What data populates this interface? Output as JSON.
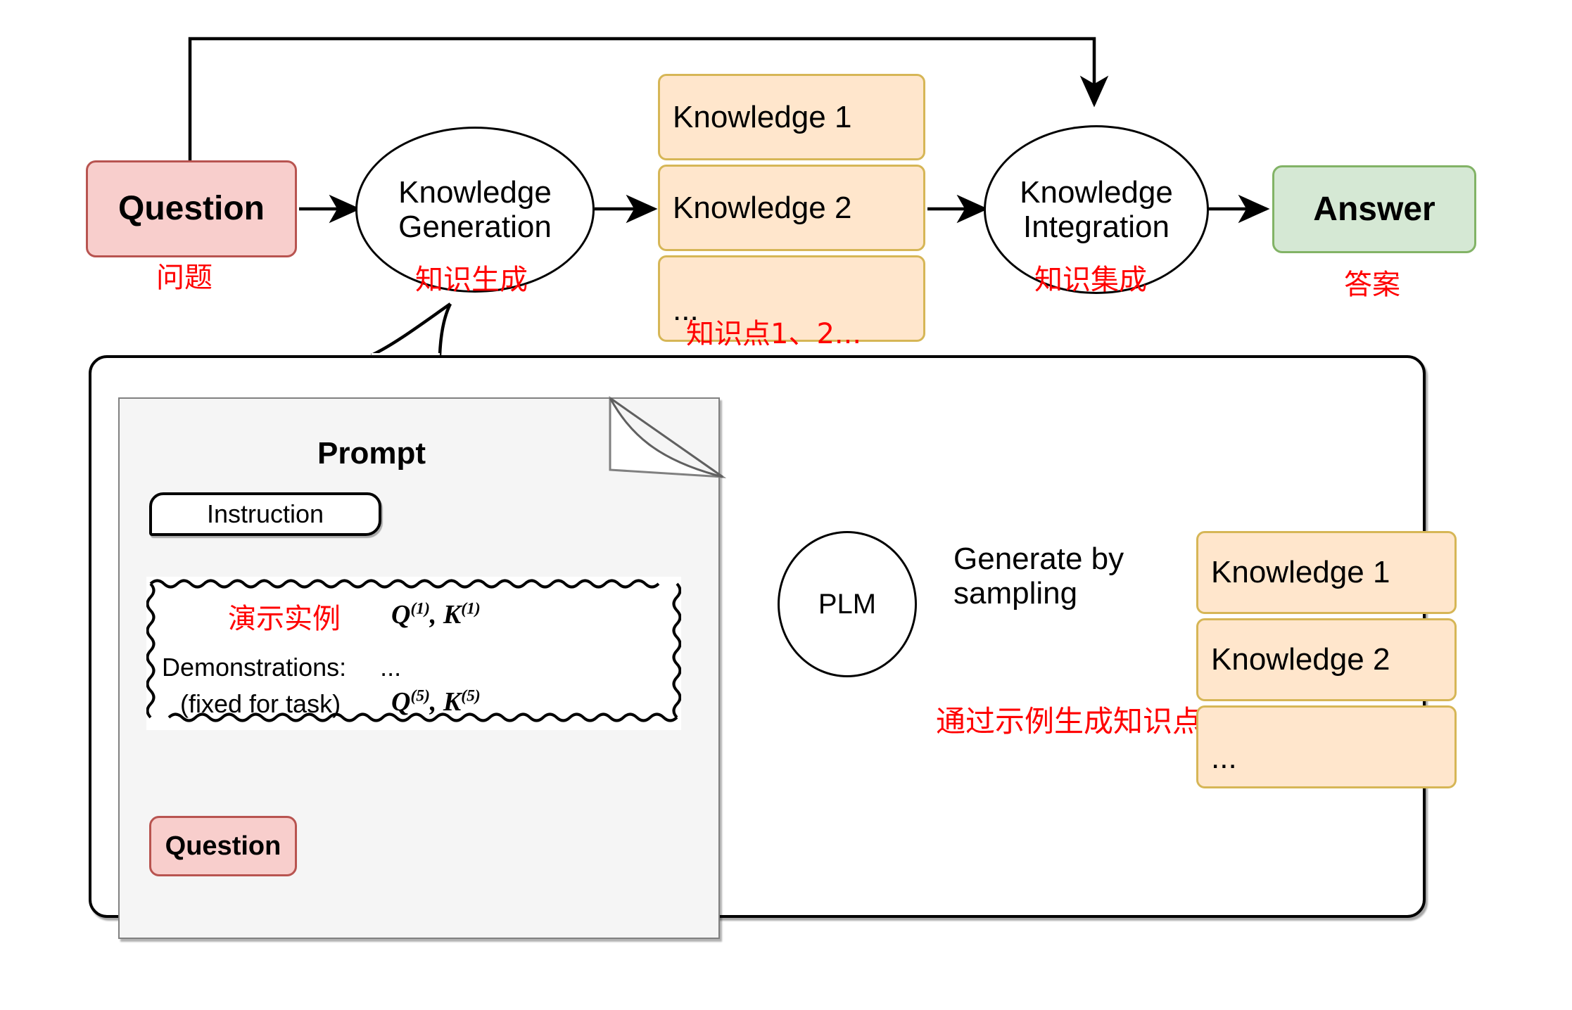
{
  "flow": {
    "question": {
      "label": "Question",
      "cn": "问题"
    },
    "knowledge_generation": {
      "line1": "Knowledge",
      "line2": "Generation",
      "cn": "知识生成"
    },
    "knowledge_list": {
      "items": [
        "Knowledge 1",
        "Knowledge 2",
        "..."
      ],
      "cn": "知识点1、2..."
    },
    "knowledge_integration": {
      "line1": "Knowledge",
      "line2": "Integration",
      "cn": "知识集成"
    },
    "answer": {
      "label": "Answer",
      "cn": "答案"
    }
  },
  "detail": {
    "prompt_title": "Prompt",
    "instruction": "Instruction",
    "demonstrations": {
      "cn_label": "演示实例",
      "example_first": "Q(1), K(1)",
      "line_label": "Demonstrations:",
      "line_ellipsis": "...",
      "line_fixed": "(fixed for task)",
      "example_last": "Q(5), K(5)"
    },
    "question": "Question",
    "plm": "PLM",
    "generate_label_line1": "Generate by",
    "generate_label_line2": "sampling",
    "generate_cn": "通过示例生成知识点",
    "knowledge_list": {
      "items": [
        "Knowledge 1",
        "Knowledge 2",
        "..."
      ]
    }
  },
  "colors": {
    "pink_fill": "#f8cecc",
    "pink_border": "#b85450",
    "orange_fill": "#ffe6cc",
    "orange_border": "#d6b656",
    "green_fill": "#d5e8d4",
    "green_border": "#82b366",
    "annotation_red": "#ff0000",
    "stroke": "#000000"
  }
}
